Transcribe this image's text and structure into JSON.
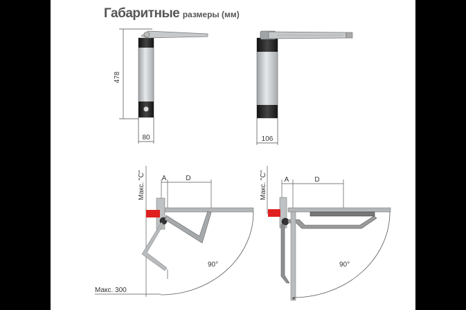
{
  "title": {
    "main": "Габаритные",
    "sub": "размеры (мм)"
  },
  "front_view": {
    "height": "478",
    "width": "80"
  },
  "side_view": {
    "width": "106"
  },
  "install_left": {
    "label_a": "A",
    "label_d": "D",
    "max_c": "Макс. \"C\"",
    "angle": "90°",
    "max_300": "Макс. 300"
  },
  "install_right": {
    "label_a": "A",
    "label_d": "D",
    "max_c": "Макс. \"C\"",
    "angle": "90°"
  },
  "colors": {
    "body": "#c9ccce",
    "dark": "#2b2b2b",
    "arm": "#9a9a9a",
    "red": "#e0201f"
  }
}
